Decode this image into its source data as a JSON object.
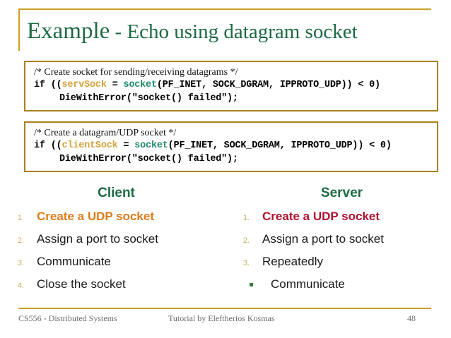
{
  "slide": {
    "title_main": "Example",
    "title_separator": " - ",
    "title_sub": "Echo using datagram socket",
    "accent_gold": "#c9a227",
    "title_color": "#1d6b43"
  },
  "code_boxes": [
    {
      "comment": "/* Create socket for sending/receiving datagrams */",
      "line_if_prefix": "if ((",
      "line_if_var": "servSock",
      "line_if_assign": " = ",
      "line_if_fn": "socket",
      "line_if_args": "(PF_INET, SOCK_DGRAM, IPPROTO_UDP)) < 0)",
      "line_call": "DieWithError(\"socket() failed\");"
    },
    {
      "comment": "/* Create a datagram/UDP socket */",
      "line_if_prefix": "if ((",
      "line_if_var": "clientSock",
      "line_if_assign": " = ",
      "line_if_fn": "socket",
      "line_if_args": "(PF_INET, SOCK_DGRAM, IPPROTO_UDP)) < 0)",
      "line_call": "DieWithError(\"socket() failed\");"
    }
  ],
  "columns": {
    "client": {
      "heading": "Client",
      "items": [
        {
          "num": "1.",
          "text": "Create a UDP socket",
          "highlight": "orange"
        },
        {
          "num": "2.",
          "text": "Assign a port to socket",
          "highlight": "none"
        },
        {
          "num": "3.",
          "text": "Communicate",
          "highlight": "none"
        },
        {
          "num": "4.",
          "text": "Close the socket",
          "highlight": "none"
        }
      ]
    },
    "server": {
      "heading": "Server",
      "items": [
        {
          "num": "1.",
          "text": "Create a UDP socket",
          "highlight": "red"
        },
        {
          "num": "2.",
          "text": "Assign a port to socket",
          "highlight": "none"
        },
        {
          "num": "3.",
          "text": "Repeatedly",
          "highlight": "none"
        }
      ],
      "sub_items": [
        {
          "bullet": "square-bullet",
          "text": "Communicate"
        }
      ]
    }
  },
  "footer": {
    "left": "CS556 - Distributed Systems",
    "center": "Tutorial by Eleftherios Kosmas",
    "page": "48"
  },
  "colors": {
    "gold_rule": "#c9a227",
    "box_border": "#a8801f",
    "green_heading": "#1d6b43",
    "orange_item": "#e07b18",
    "red_item": "#b0102f",
    "code_var": "#d4a23c",
    "code_fn": "#1f8a6d",
    "number_gold": "#cbab4f"
  }
}
